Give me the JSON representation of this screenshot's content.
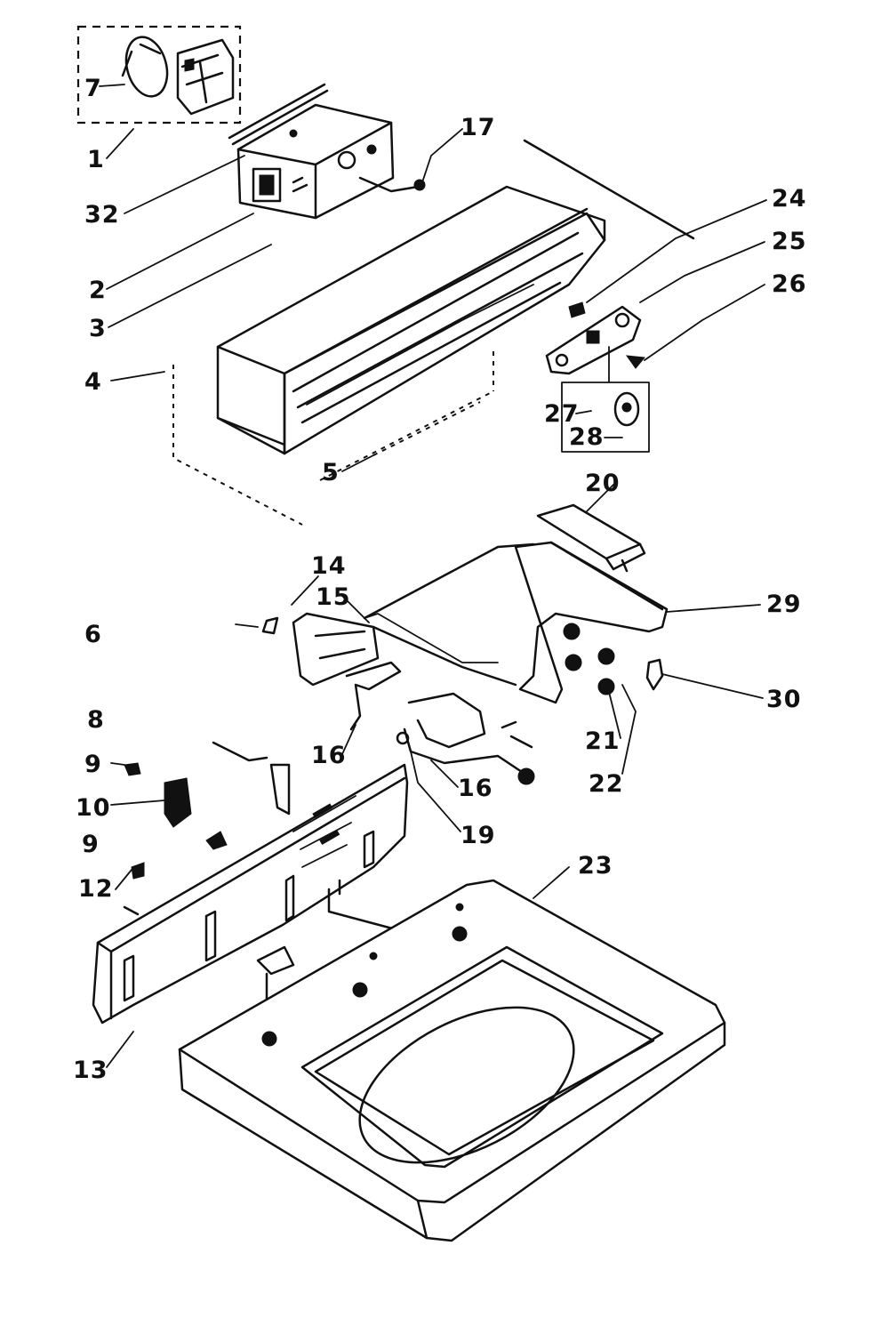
{
  "callouts": {
    "p1": "1",
    "p2": "2",
    "p3": "3",
    "p4": "4",
    "p5": "5",
    "p6": "6",
    "p7": "7",
    "p8": "8",
    "p9a": "9",
    "p9b": "9",
    "p10": "10",
    "p12": "12",
    "p13": "13",
    "p14": "14",
    "p15": "15",
    "p16a": "16",
    "p16b": "16",
    "p17": "17",
    "p19": "19",
    "p20": "20",
    "p21": "21",
    "p22": "22",
    "p23": "23",
    "p24": "24",
    "p25": "25",
    "p26": "26",
    "p27": "27",
    "p28": "28",
    "p29": "29",
    "p30": "30",
    "p32": "32"
  }
}
